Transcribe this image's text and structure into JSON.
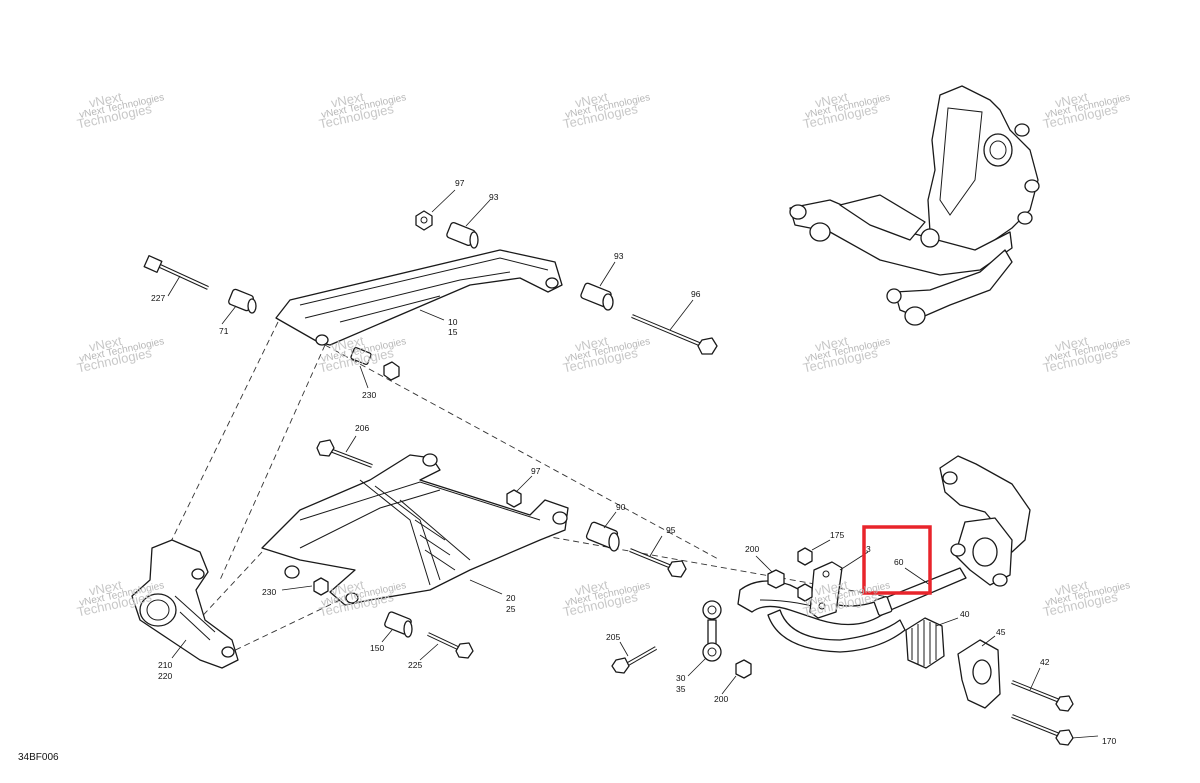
{
  "drawing_code": "34BF006",
  "watermark": {
    "line1": "vNext",
    "line2": "Technologies",
    "combined": "vNext Technologies"
  },
  "highlight_color": "#e8242b",
  "callouts": [
    "97",
    "93",
    "93",
    "96",
    "227",
    "71",
    "10",
    "15",
    "230",
    "206",
    "97",
    "90",
    "95",
    "20",
    "25",
    "230",
    "150",
    "225",
    "210",
    "220",
    "175",
    "200",
    "3",
    "60",
    "40",
    "45",
    "42",
    "205",
    "30",
    "35",
    "200",
    "170"
  ]
}
